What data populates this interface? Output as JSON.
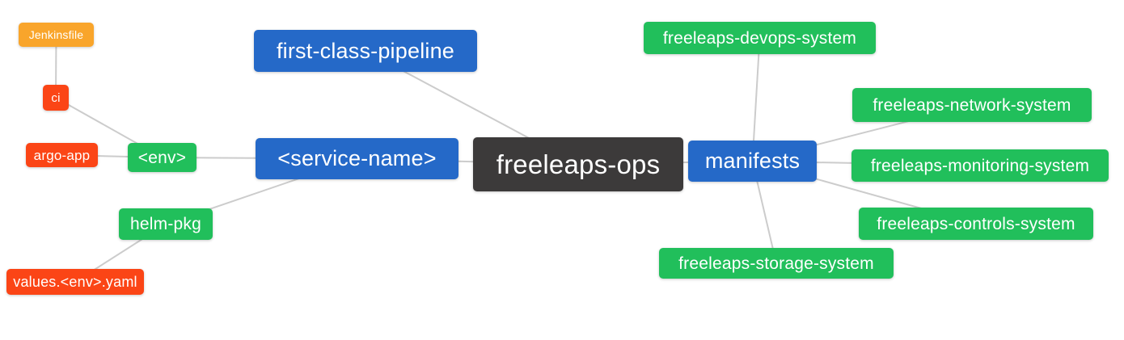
{
  "palette": {
    "blue": "#2569C8",
    "green": "#21BF5B",
    "red": "#FB4516",
    "orange": "#F9A52B",
    "dark": "#3C3A3A",
    "edge_line": "#CCCCCC",
    "node_text": "#FFFFFF",
    "background": "#FFFFFF"
  },
  "nodes": [
    {
      "id": "jenkinsfile",
      "label": "Jenkinsfile",
      "color": "orange"
    },
    {
      "id": "ci",
      "label": "ci",
      "color": "red"
    },
    {
      "id": "argo-app",
      "label": "argo-app",
      "color": "red"
    },
    {
      "id": "env",
      "label": "<env>",
      "color": "green"
    },
    {
      "id": "helm-pkg",
      "label": "helm-pkg",
      "color": "green"
    },
    {
      "id": "values-env-yaml",
      "label": "values.<env>.yaml",
      "color": "red"
    },
    {
      "id": "first-class-pipeline",
      "label": "first-class-pipeline",
      "color": "blue"
    },
    {
      "id": "service-name",
      "label": "<service-name>",
      "color": "blue"
    },
    {
      "id": "freeleaps-ops",
      "label": "freeleaps-ops",
      "color": "dark"
    },
    {
      "id": "manifests",
      "label": "manifests",
      "color": "blue"
    },
    {
      "id": "devops-system",
      "label": "freeleaps-devops-system",
      "color": "green"
    },
    {
      "id": "network-system",
      "label": "freeleaps-network-system",
      "color": "green"
    },
    {
      "id": "monitoring-system",
      "label": "freeleaps-monitoring-system",
      "color": "green"
    },
    {
      "id": "controls-system",
      "label": "freeleaps-controls-system",
      "color": "green"
    },
    {
      "id": "storage-system",
      "label": "freeleaps-storage-system",
      "color": "green"
    }
  ],
  "edges": [
    {
      "from": "jenkinsfile",
      "to": "ci"
    },
    {
      "from": "ci",
      "to": "env"
    },
    {
      "from": "argo-app",
      "to": "env"
    },
    {
      "from": "env",
      "to": "service-name"
    },
    {
      "from": "helm-pkg",
      "to": "service-name"
    },
    {
      "from": "values-env-yaml",
      "to": "helm-pkg"
    },
    {
      "from": "service-name",
      "to": "freeleaps-ops"
    },
    {
      "from": "first-class-pipeline",
      "to": "freeleaps-ops"
    },
    {
      "from": "freeleaps-ops",
      "to": "manifests"
    },
    {
      "from": "manifests",
      "to": "devops-system"
    },
    {
      "from": "manifests",
      "to": "network-system"
    },
    {
      "from": "manifests",
      "to": "monitoring-system"
    },
    {
      "from": "manifests",
      "to": "controls-system"
    },
    {
      "from": "manifests",
      "to": "storage-system"
    }
  ]
}
